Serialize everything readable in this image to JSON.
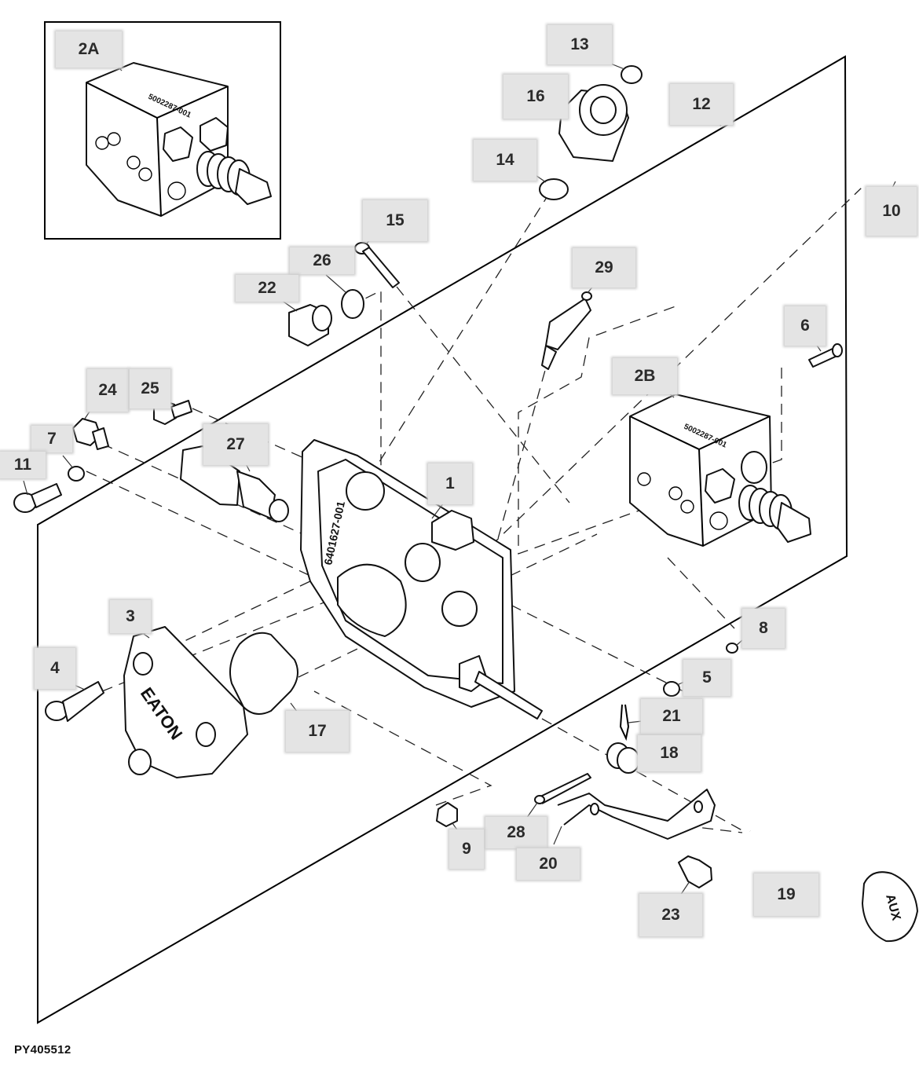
{
  "figure": {
    "code": "PY405512",
    "type": "exploded-parts-diagram",
    "inset_label": "2A"
  },
  "callouts": [
    {
      "id": "2A",
      "label": "2A"
    },
    {
      "id": "13",
      "label": "13"
    },
    {
      "id": "16",
      "label": "16"
    },
    {
      "id": "12",
      "label": "12"
    },
    {
      "id": "14",
      "label": "14"
    },
    {
      "id": "10",
      "label": "10"
    },
    {
      "id": "15",
      "label": "15"
    },
    {
      "id": "26",
      "label": "26"
    },
    {
      "id": "22",
      "label": "22"
    },
    {
      "id": "29",
      "label": "29"
    },
    {
      "id": "6",
      "label": "6"
    },
    {
      "id": "2B",
      "label": "2B"
    },
    {
      "id": "24",
      "label": "24"
    },
    {
      "id": "25",
      "label": "25"
    },
    {
      "id": "27",
      "label": "27"
    },
    {
      "id": "7",
      "label": "7"
    },
    {
      "id": "11",
      "label": "11"
    },
    {
      "id": "1",
      "label": "1"
    },
    {
      "id": "3",
      "label": "3"
    },
    {
      "id": "4",
      "label": "4"
    },
    {
      "id": "8",
      "label": "8"
    },
    {
      "id": "5",
      "label": "5"
    },
    {
      "id": "17",
      "label": "17"
    },
    {
      "id": "21",
      "label": "21"
    },
    {
      "id": "18",
      "label": "18"
    },
    {
      "id": "28",
      "label": "28"
    },
    {
      "id": "9",
      "label": "9"
    },
    {
      "id": "20",
      "label": "20"
    },
    {
      "id": "19",
      "label": "19"
    },
    {
      "id": "23",
      "label": "23"
    }
  ],
  "part_markings": {
    "valve_body": "6401627-001",
    "valve_2a": "5002287-001",
    "valve_2b": "5002287-001",
    "cover_logo": "EATON",
    "knob_text": "AUX"
  }
}
